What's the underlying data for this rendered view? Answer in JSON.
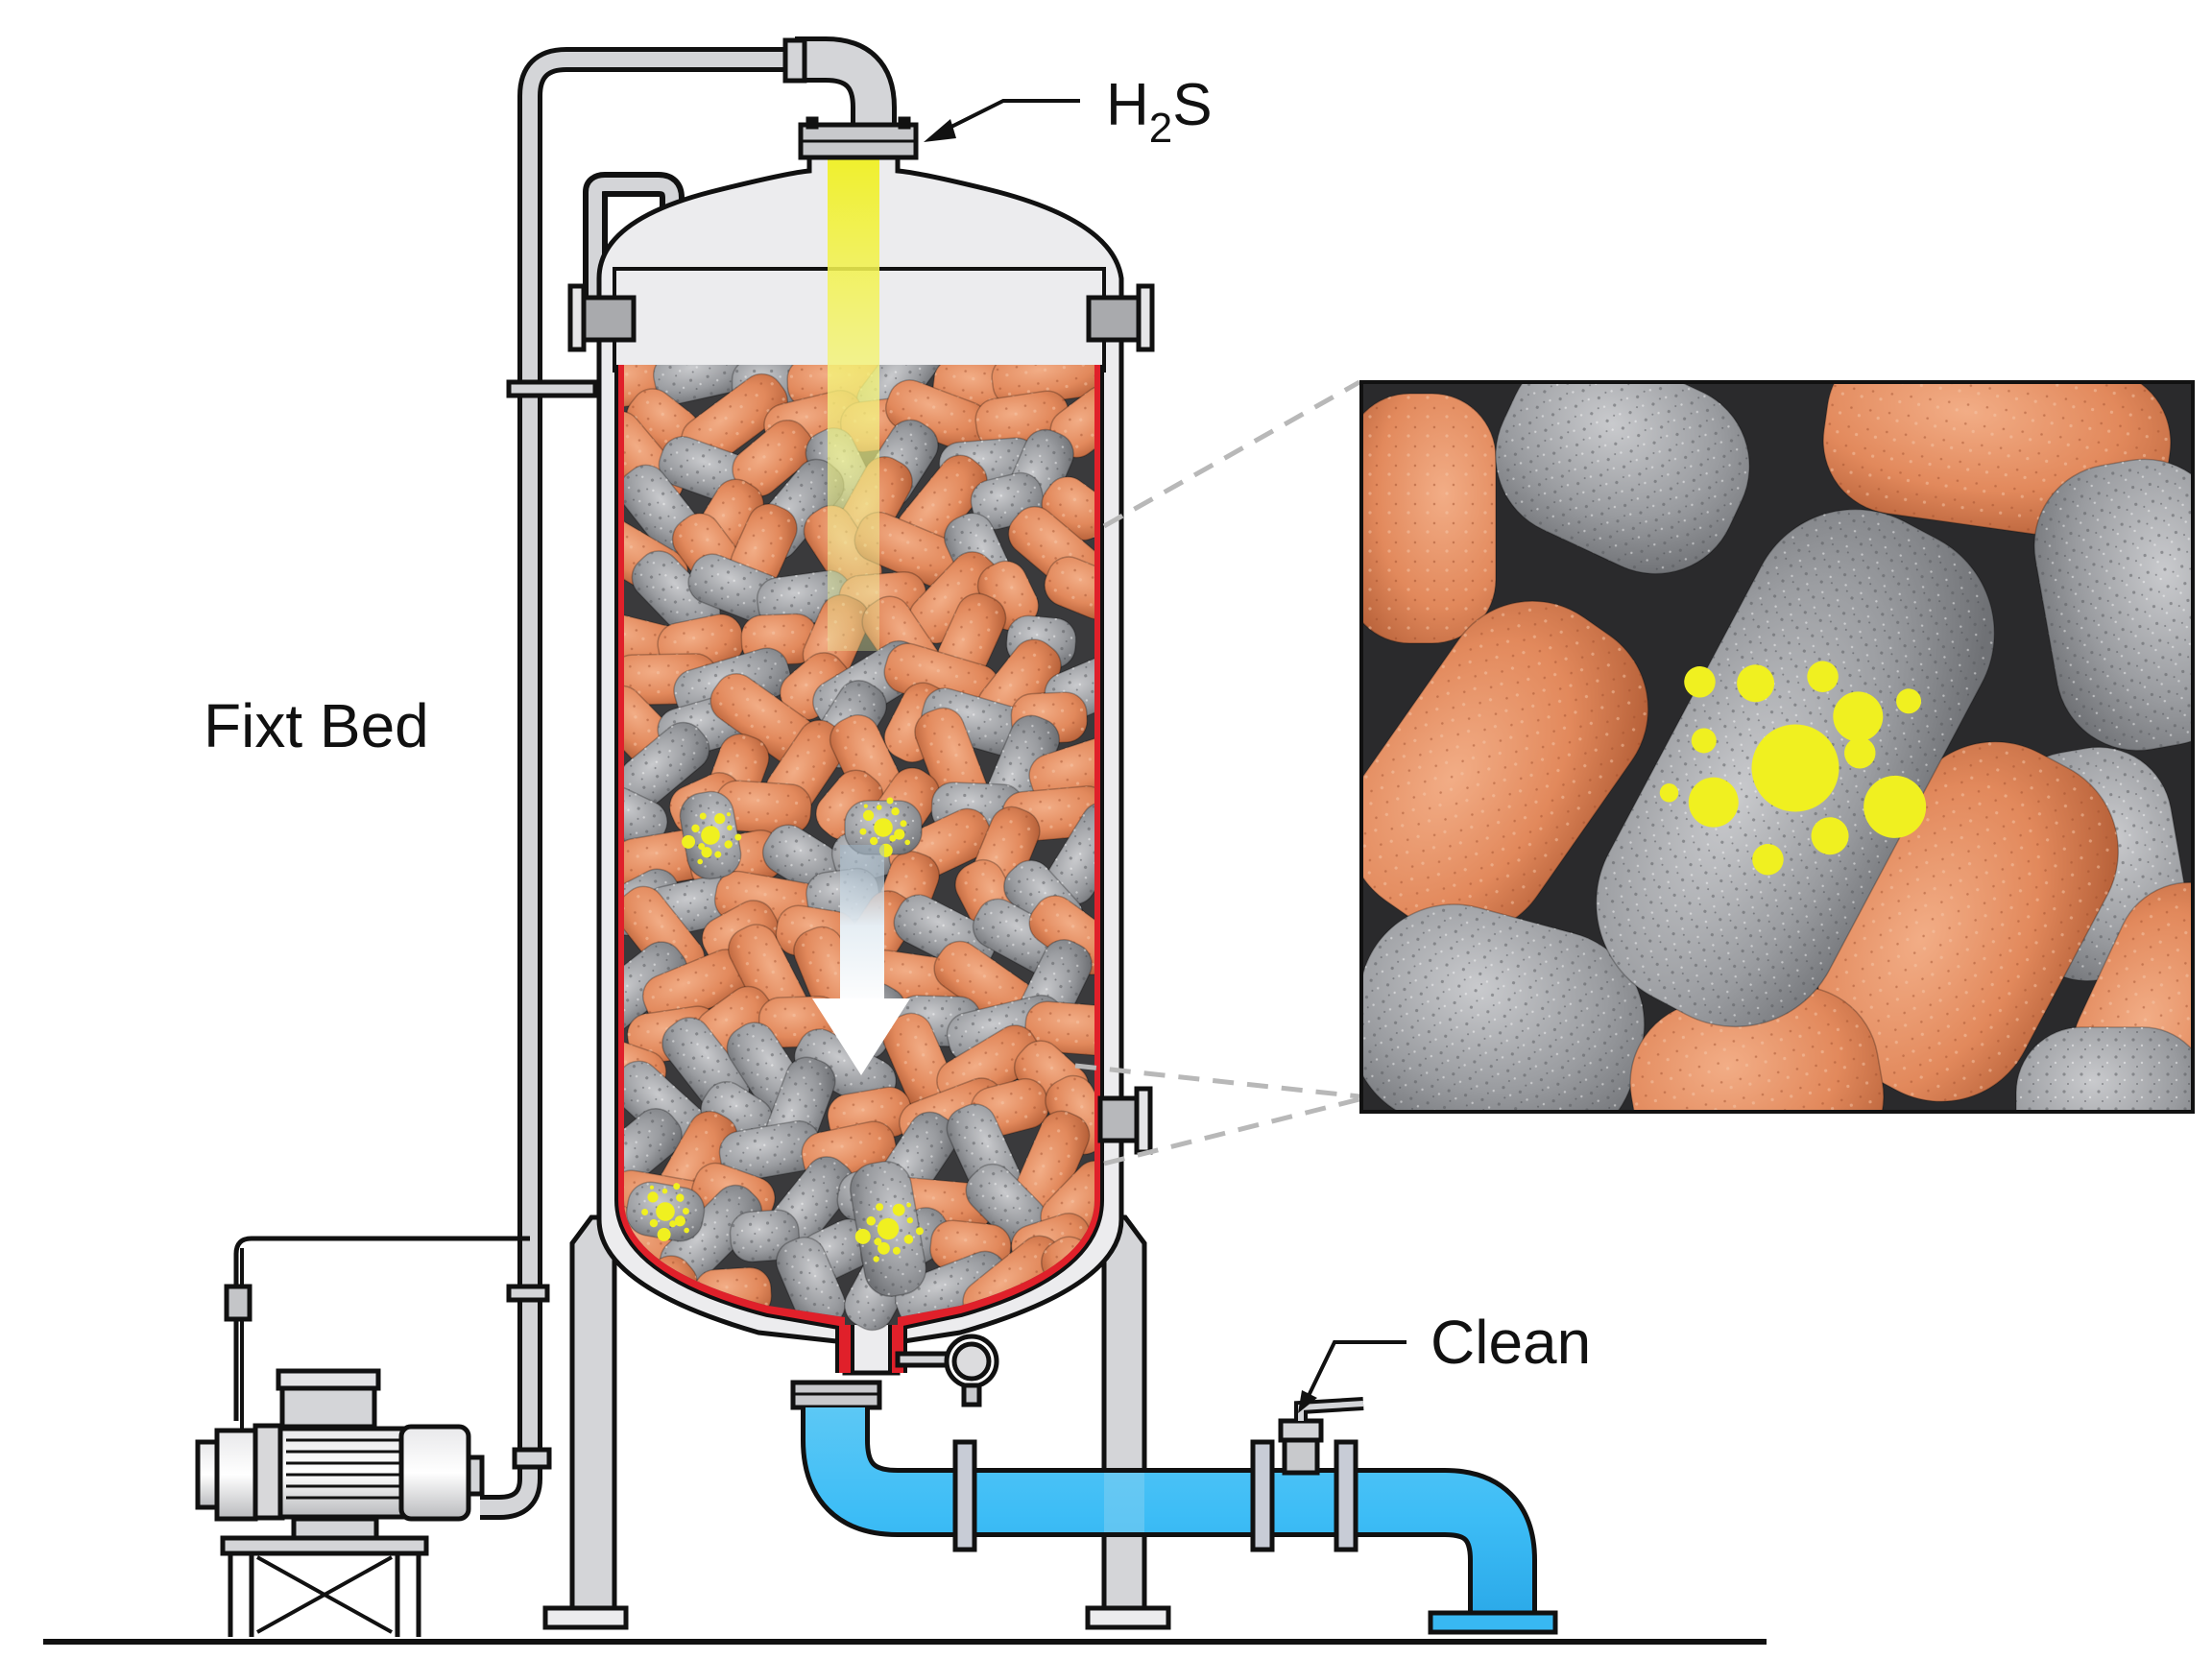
{
  "diagram": {
    "type": "fixed-bed H2S adsorption reactor",
    "labels": {
      "inlet_gas": "H",
      "inlet_gas_subscript": "2",
      "inlet_gas_suffix": "S",
      "bed": "Fixt Bed",
      "outlet": "Clean"
    },
    "colors": {
      "outline": "#111111",
      "steel": "#d4d5d8",
      "steel_dark": "#a9aaad",
      "vessel_fill": "#ececee",
      "heat_lining": "#e0202a",
      "gas_stream": "#f2f22a",
      "clean_pipe": "#38b8f2",
      "pellet_orange": "#e2895c",
      "pellet_grey": "#9a9ca0",
      "sulfur": "#f0f020",
      "dash_line": "#b8b8b8"
    },
    "components": [
      "inlet-pipe",
      "top-flange",
      "vessel-shell",
      "adsorbent-bed",
      "flow-arrow",
      "bottom-outlet",
      "pressure-gauge",
      "outlet-pipe",
      "outlet-valve",
      "pump-motor",
      "bypass-line",
      "support-legs",
      "detail-inset"
    ]
  }
}
